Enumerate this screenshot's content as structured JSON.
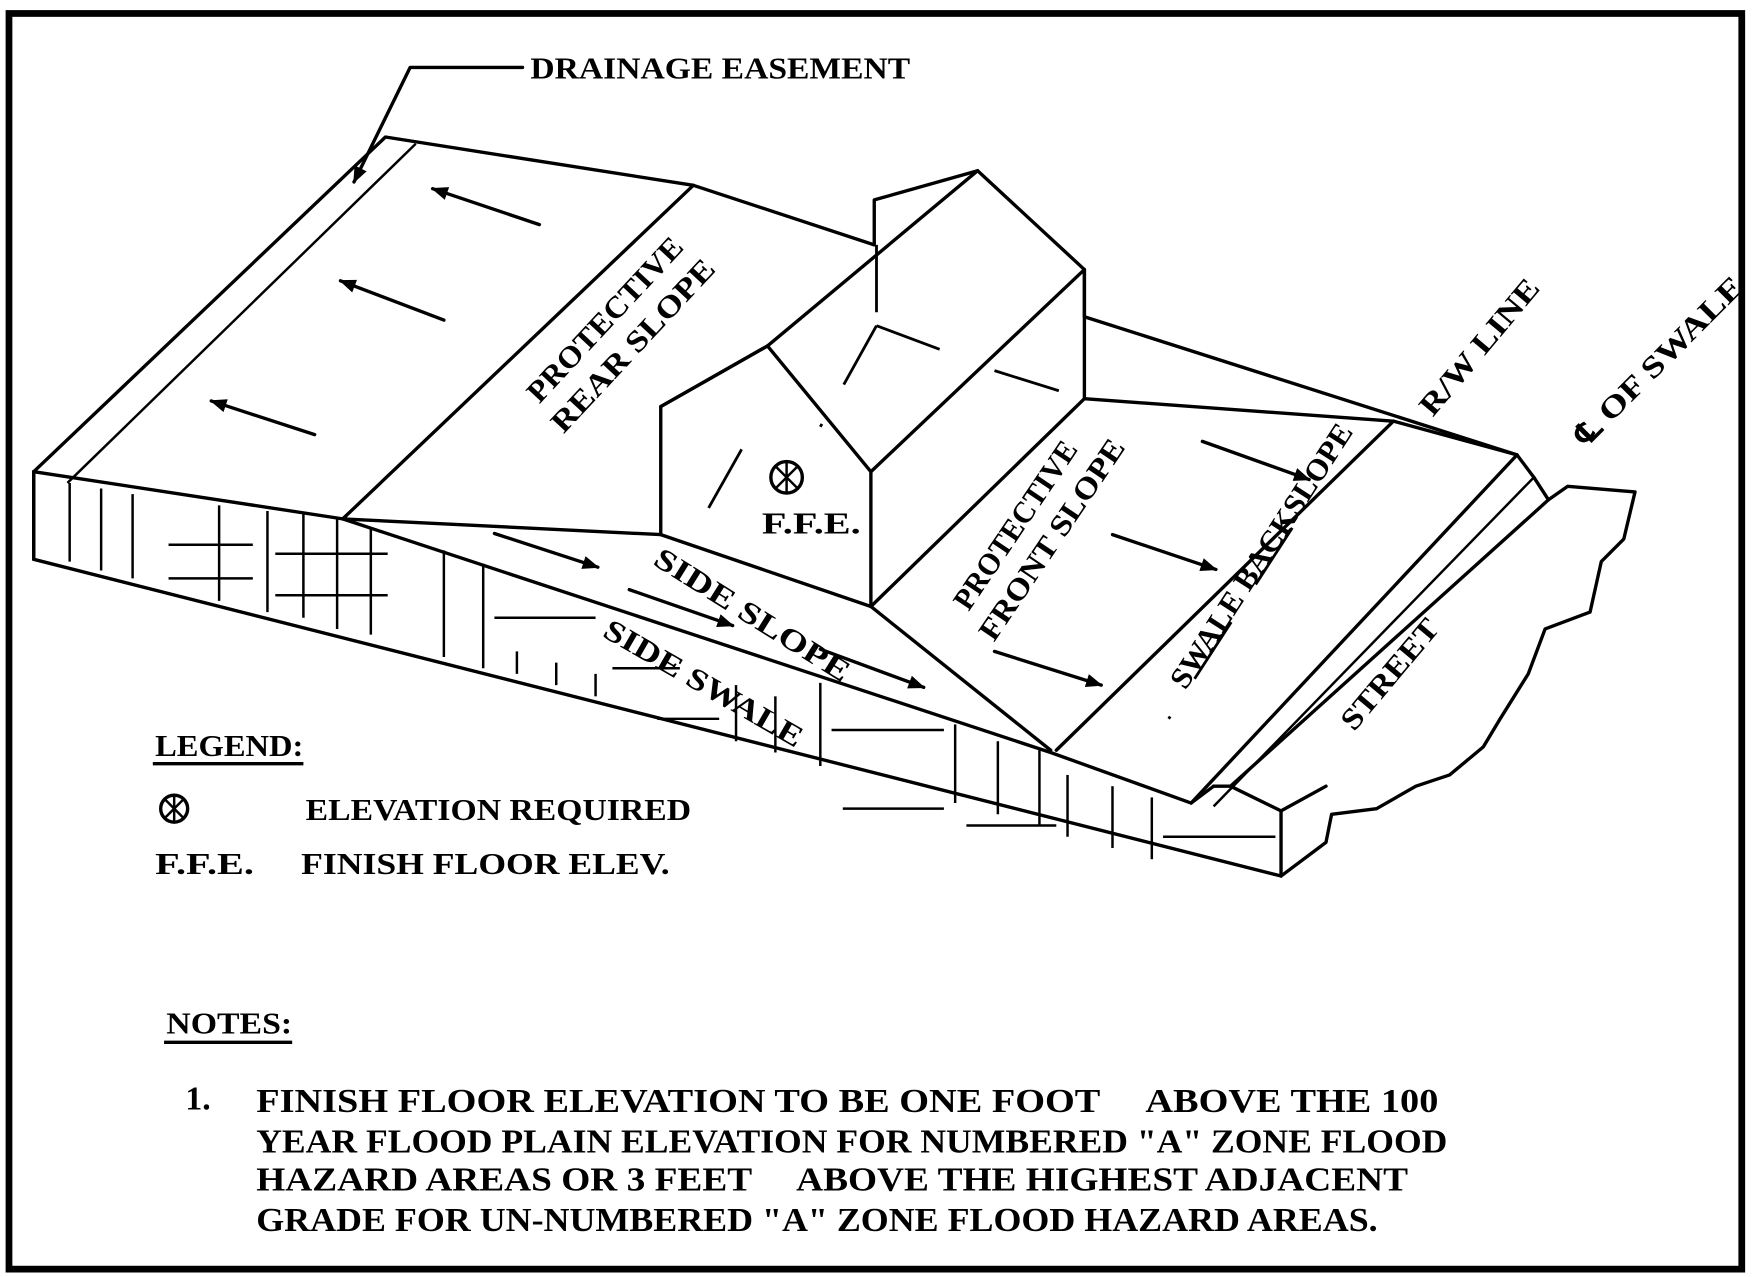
{
  "callouts": {
    "drainage_easement": "DRAINAGE EASEMENT",
    "rear_slope_1": "PROTECTIVE",
    "rear_slope_2": "REAR SLOPE",
    "ffe": "F.F.E.",
    "side_slope": "SIDE SLOPE",
    "side_swale": "SIDE SWALE",
    "front_slope_1": "PROTECTIVE",
    "front_slope_2": "FRONT SLOPE",
    "swale_backslope": "SWALE BACKSLOPE",
    "rw_line": "R/W LINE",
    "cl_swale": "℄ OF SWALE",
    "street": "STREET"
  },
  "legend": {
    "title": "LEGEND:",
    "items": [
      {
        "symbol": "⊗",
        "label": "ELEVATION REQUIRED"
      },
      {
        "symbol": "F.F.E.",
        "label": "FINISH FLOOR ELEV."
      }
    ]
  },
  "notes": {
    "title": "NOTES:",
    "number": "1.",
    "lines": [
      "FINISH FLOOR ELEVATION TO BE ONE FOOT     ABOVE THE 100",
      "YEAR FLOOD PLAIN ELEVATION FOR NUMBERED \"A\" ZONE FLOOD",
      "HAZARD AREAS OR 3 FEET     ABOVE THE HIGHEST ADJACENT",
      "GRADE FOR UN-NUMBERED \"A\" ZONE FLOOD HAZARD AREAS."
    ]
  }
}
